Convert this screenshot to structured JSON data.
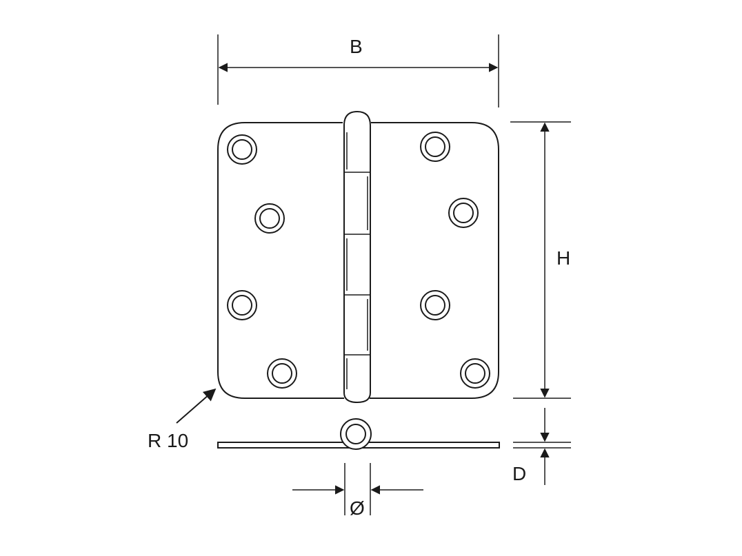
{
  "labels": {
    "width": "B",
    "height": "H",
    "radius": "R 10",
    "thickness": "D",
    "diameter": "Ø"
  },
  "colors": {
    "line": "#1a1a1a",
    "background": "#ffffff"
  }
}
